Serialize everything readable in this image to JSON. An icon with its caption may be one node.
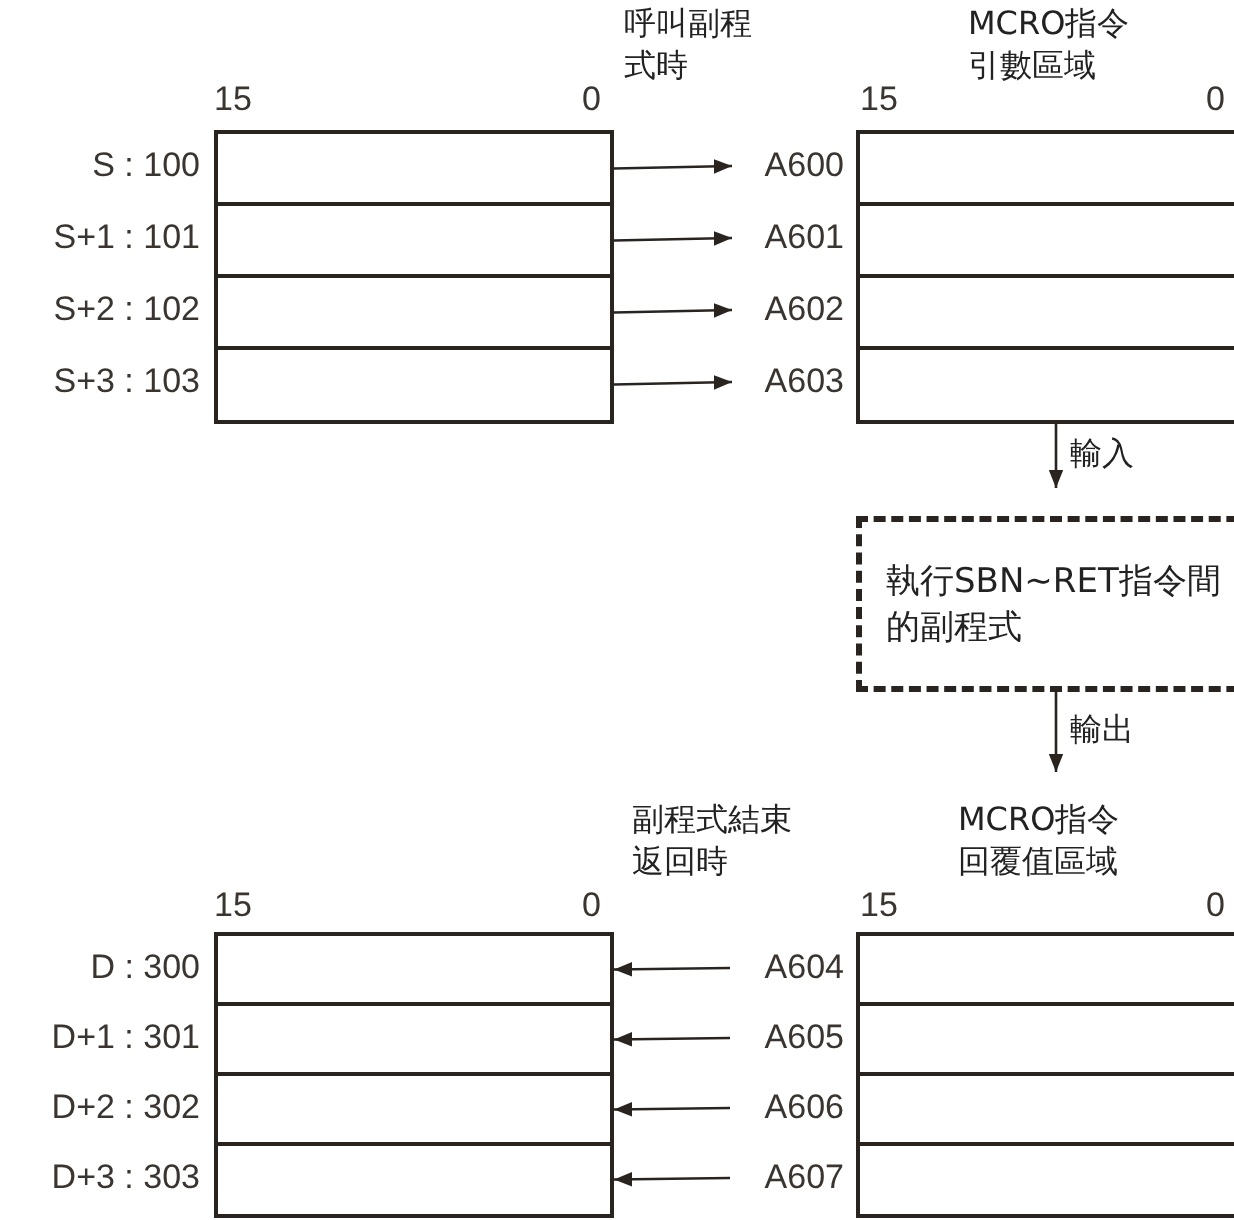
{
  "diagram": {
    "nodes": [
      {
        "text": [],
        "shape": "box",
        "beside": [
          "S : 100"
        ]
      },
      {
        "text": [
          "A600"
        ]
      },
      {
        "text": [],
        "shape": "box"
      },
      {
        "text": [],
        "shape": "box",
        "beside": [
          "S+1 : 101"
        ]
      },
      {
        "text": [
          "A601"
        ]
      },
      {
        "text": [],
        "shape": "box"
      },
      {
        "text": [],
        "shape": "box",
        "beside": [
          "S+2 : 102"
        ]
      },
      {
        "text": [
          "A602"
        ]
      },
      {
        "text": [],
        "shape": "box"
      },
      {
        "text": [],
        "shape": "box",
        "beside": [
          "S+3 : 103"
        ]
      },
      {
        "text": [
          "A603"
        ]
      },
      {
        "text": [],
        "shape": "box"
      },
      {
        "text": [
          "執行SBN~RET指令間的副程式"
        ]
      },
      {
        "text": [],
        "shape": "box",
        "beside": [
          "D : 300"
        ]
      },
      {
        "text": [
          "A604"
        ]
      },
      {
        "text": [],
        "shape": "box"
      },
      {
        "text": [],
        "shape": "box",
        "beside": [
          "D+1 : 301"
        ]
      },
      {
        "text": [
          "A605"
        ]
      },
      {
        "text": [],
        "shape": "box"
      },
      {
        "text": [],
        "shape": "box",
        "beside": [
          "D+2 : 302"
        ]
      },
      {
        "text": [
          "A606"
        ]
      },
      {
        "text": [],
        "shape": "box"
      },
      {
        "text": [],
        "shape": "box",
        "beside": [
          "D+3 : 303"
        ]
      },
      {
        "text": [
          "A607"
        ]
      },
      {
        "text": [],
        "shape": "box"
      },
      {
        "text": [
          "MCRO指令回覆值區域"
        ]
      }
    ],
    "edges": [
      {
        "from": 0,
        "to": 1,
        "arrow": "to"
      },
      {
        "from": 3,
        "to": 4,
        "arrow": "to"
      },
      {
        "from": 6,
        "to": 7,
        "arrow": "to"
      },
      {
        "from": 9,
        "to": 10,
        "arrow": "to"
      },
      {
        "from": 11,
        "to": 12,
        "arrow": "to",
        "label": "輸入"
      },
      {
        "from": 12,
        "to": 25,
        "arrow": "to",
        "label": "輸出"
      },
      {
        "from": 14,
        "to": 13,
        "arrow": "to"
      },
      {
        "from": 17,
        "to": 16,
        "arrow": "to"
      },
      {
        "from": 20,
        "to": 19,
        "arrow": "to"
      },
      {
        "from": 23,
        "to": 22,
        "arrow": "to"
      }
    ],
    "labels": [
      "15",
      "0",
      "呼叫副程式時",
      "15",
      "MCRO指令引數區域",
      "0",
      "副程式結束返回時",
      "15",
      "0",
      "15",
      "0"
    ]
  }
}
